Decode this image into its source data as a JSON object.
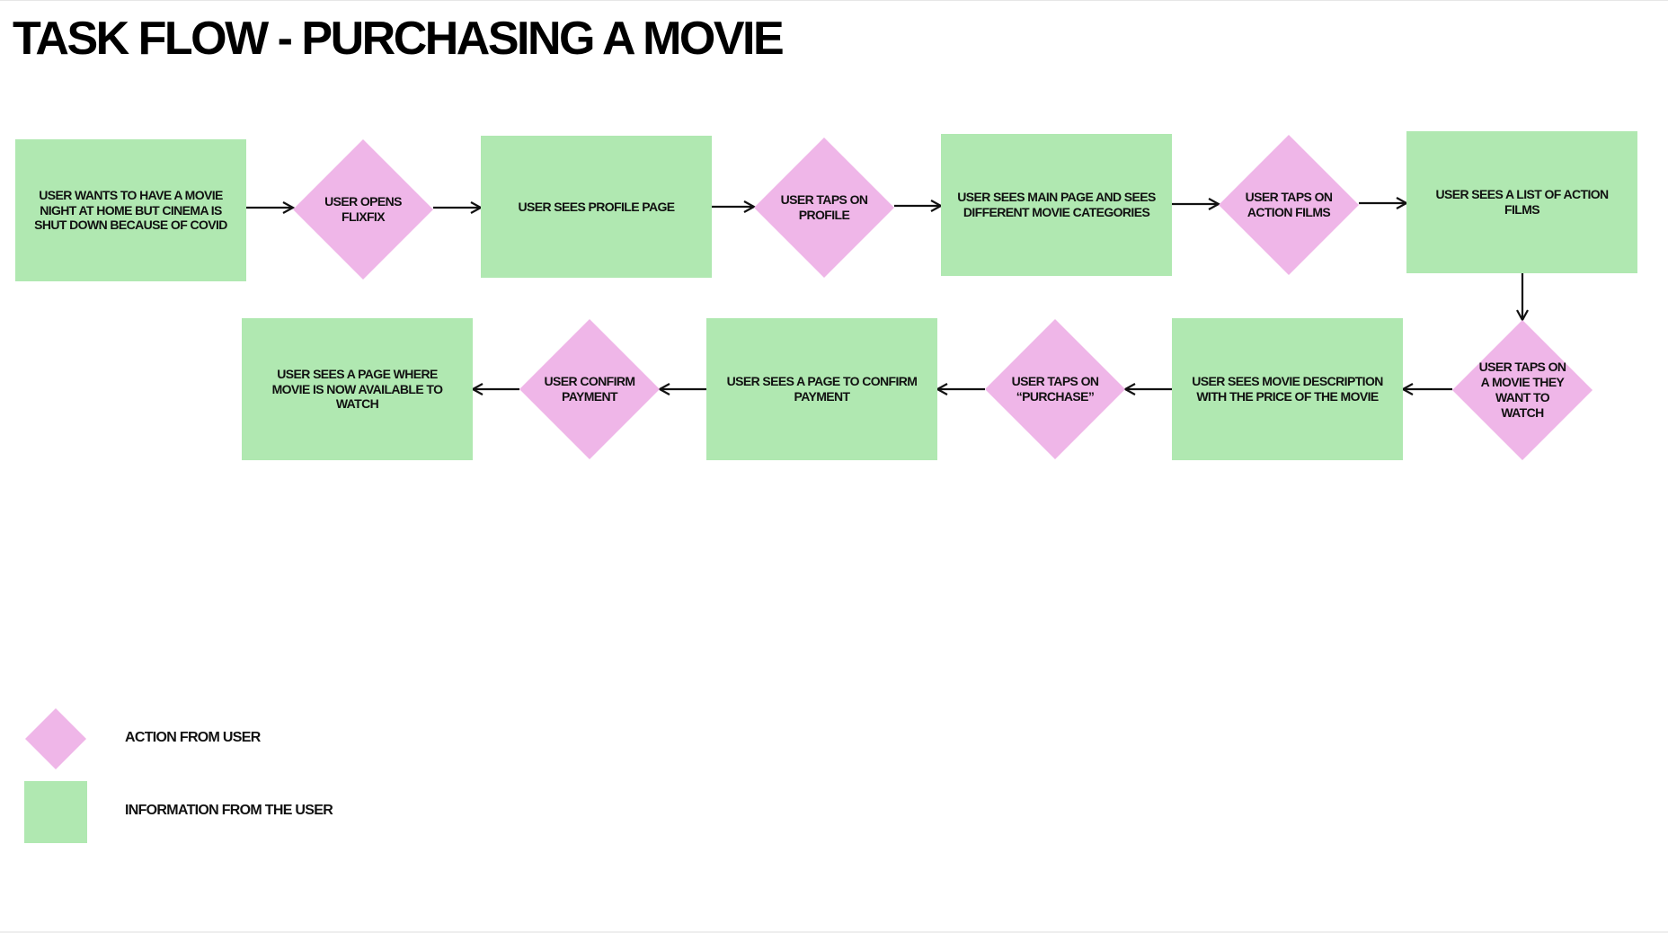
{
  "title": "TASK FLOW - PURCHASING A MOVIE",
  "colors": {
    "information": "#b0e8b1",
    "action": "#efb6e8",
    "text": "#111111"
  },
  "nodes": [
    {
      "id": "n1",
      "type": "information",
      "label": "USER WANTS TO HAVE A MOVIE NIGHT AT HOME BUT CINEMA IS SHUT DOWN BECAUSE OF COVID"
    },
    {
      "id": "n2",
      "type": "action",
      "label": "USER OPENS FLIXFIX"
    },
    {
      "id": "n3",
      "type": "information",
      "label": "USER SEES PROFILE PAGE"
    },
    {
      "id": "n4",
      "type": "action",
      "label": "USER TAPS ON PROFILE"
    },
    {
      "id": "n5",
      "type": "information",
      "label": "USER SEES MAIN PAGE AND SEES DIFFERENT MOVIE CATEGORIES"
    },
    {
      "id": "n6",
      "type": "action",
      "label": "USER TAPS ON ACTION FILMS"
    },
    {
      "id": "n7",
      "type": "information",
      "label": "USER SEES A LIST OF ACTION FILMS"
    },
    {
      "id": "n8",
      "type": "action",
      "label": "USER TAPS ON A MOVIE THEY WANT TO WATCH"
    },
    {
      "id": "n9",
      "type": "information",
      "label": "USER SEES MOVIE DESCRIPTION WITH THE PRICE OF THE MOVIE"
    },
    {
      "id": "n10",
      "type": "action",
      "label": "USER TAPS ON “PURCHASE”"
    },
    {
      "id": "n11",
      "type": "information",
      "label": "USER SEES A PAGE TO CONFIRM PAYMENT"
    },
    {
      "id": "n12",
      "type": "action",
      "label": "USER CONFIRM PAYMENT"
    },
    {
      "id": "n13",
      "type": "information",
      "label": "USER SEES A PAGE WHERE MOVIE IS NOW AVAILABLE TO WATCH"
    }
  ],
  "edges": [
    [
      "n1",
      "n2"
    ],
    [
      "n2",
      "n3"
    ],
    [
      "n3",
      "n4"
    ],
    [
      "n4",
      "n5"
    ],
    [
      "n5",
      "n6"
    ],
    [
      "n6",
      "n7"
    ],
    [
      "n7",
      "n8"
    ],
    [
      "n8",
      "n9"
    ],
    [
      "n9",
      "n10"
    ],
    [
      "n10",
      "n11"
    ],
    [
      "n11",
      "n12"
    ],
    [
      "n12",
      "n13"
    ]
  ],
  "legend": {
    "action_label": "ACTION FROM USER",
    "information_label": "INFORMATION FROM THE USER"
  }
}
